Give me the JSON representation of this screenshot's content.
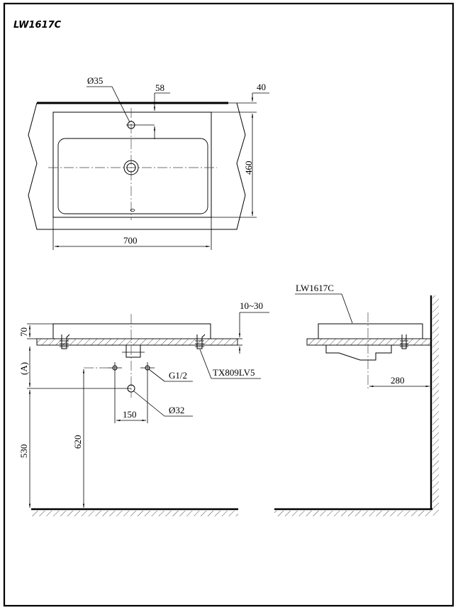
{
  "model_title": "LW1617C",
  "top_view": {
    "tap_hole_dia": "Ø35",
    "tap_offset": "58",
    "counter_margin": "40",
    "depth": "460",
    "width": "700"
  },
  "front_view": {
    "counter_thickness": "10~30",
    "rim_height": "70",
    "height_label": "(A)",
    "bracket": "TX809LV5",
    "supply": "G1/2",
    "waste_dia": "Ø32",
    "supply_spacing": "150",
    "waste_height": "530",
    "supply_height": "620"
  },
  "side_view": {
    "model_label": "LW1617C",
    "wall_offset": "280"
  }
}
